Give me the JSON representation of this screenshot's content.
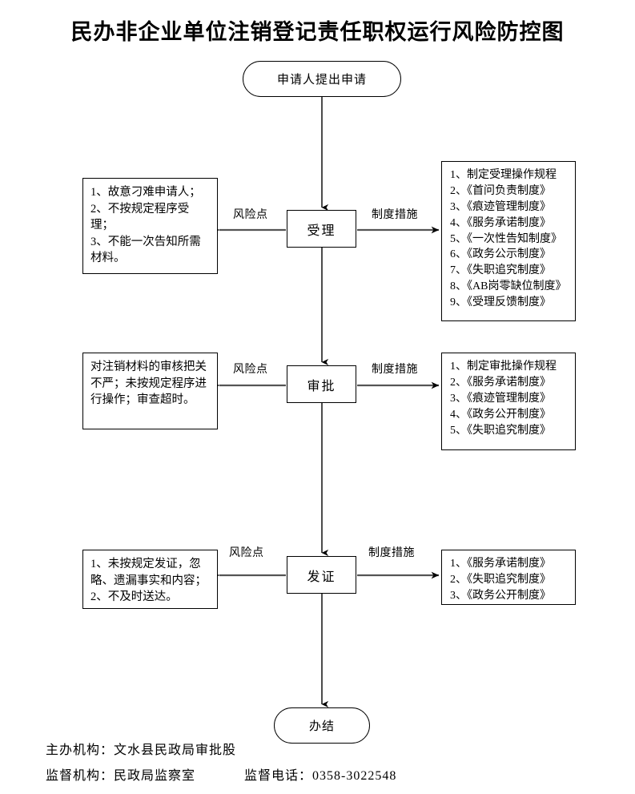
{
  "page": {
    "title": "民办非企业单位注销登记责任职权运行风险防控图"
  },
  "flow": {
    "start_node": {
      "label": "申请人提出申请"
    },
    "end_node": {
      "label": "办结"
    },
    "steps": [
      {
        "node_label": "受理",
        "risk_edge_label": "风险点",
        "measure_edge_label": "制度措施",
        "risk_lines": [
          "1、故意刁难申请人；",
          "2、不按规定程序受理；",
          "3、不能一次告知所需材料。"
        ],
        "measure_lines": [
          "1、制定受理操作规程",
          "2、《首问负责制度》",
          "3、《痕迹管理制度》",
          "4、《服务承诺制度》",
          "5、《一次性告知制度》",
          "6、《政务公示制度》",
          "7、《失职追究制度》",
          "8、《AB岗零缺位制度》",
          "9、《受理反馈制度》"
        ]
      },
      {
        "node_label": "审批",
        "risk_edge_label": "风险点",
        "measure_edge_label": "制度措施",
        "risk_lines": [
          "对注销材料的审核把关不严；未按规定程序进行操作；审查超时。"
        ],
        "measure_lines": [
          "1、制定审批操作规程",
          "2、《服务承诺制度》",
          "3、《痕迹管理制度》",
          "4、《政务公开制度》",
          "5、《失职追究制度》"
        ]
      },
      {
        "node_label": "发证",
        "risk_edge_label": "风险点",
        "measure_edge_label": "制度措施",
        "risk_lines": [
          "1、未按规定发证，忽略、遗漏事实和内容；",
          "2、不及时送达。"
        ],
        "measure_lines": [
          "1、《服务承诺制度》",
          "2、《失职追究制度》",
          "3、《政务公开制度》"
        ]
      }
    ]
  },
  "footer": {
    "host_agency": "主办机构：文水县民政局审批股",
    "supervision_agency": "监督机构：民政局监察室",
    "supervision_phone": "监督电话：0358-3022548"
  },
  "colors": {
    "line": "#000000",
    "background": "#ffffff",
    "text": "#000000"
  }
}
